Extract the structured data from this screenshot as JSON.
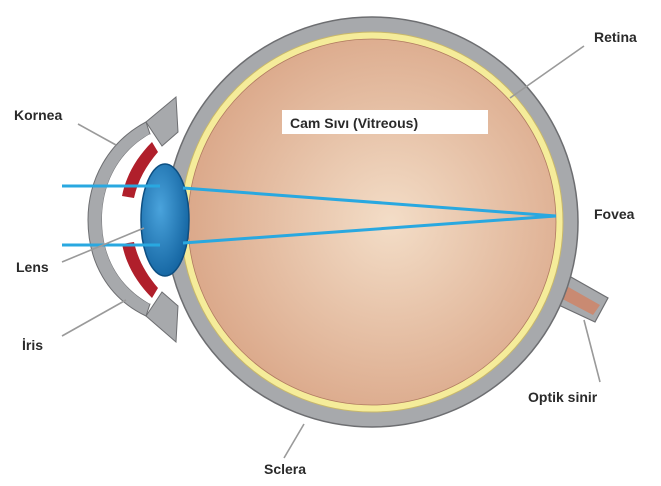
{
  "diagram": {
    "labels": {
      "retina": "Retina",
      "kornea": "Kornea",
      "vitreous": "Cam Sıvı (Vitreous)",
      "fovea": "Fovea",
      "lens": "Lens",
      "iris": "İris",
      "optic_nerve": "Optik sinir",
      "sclera": "Sclera"
    },
    "colors": {
      "sclera": "#a7a9ac",
      "retina": "#f5ec9a",
      "vitreous": "#d9a485",
      "vitreous_center": "#f3ddc7",
      "iris": "#b01f2b",
      "lens": "#1b7fc0",
      "light_rays": "#29a8e0",
      "optic_nerve_core": "#c98a72"
    }
  }
}
